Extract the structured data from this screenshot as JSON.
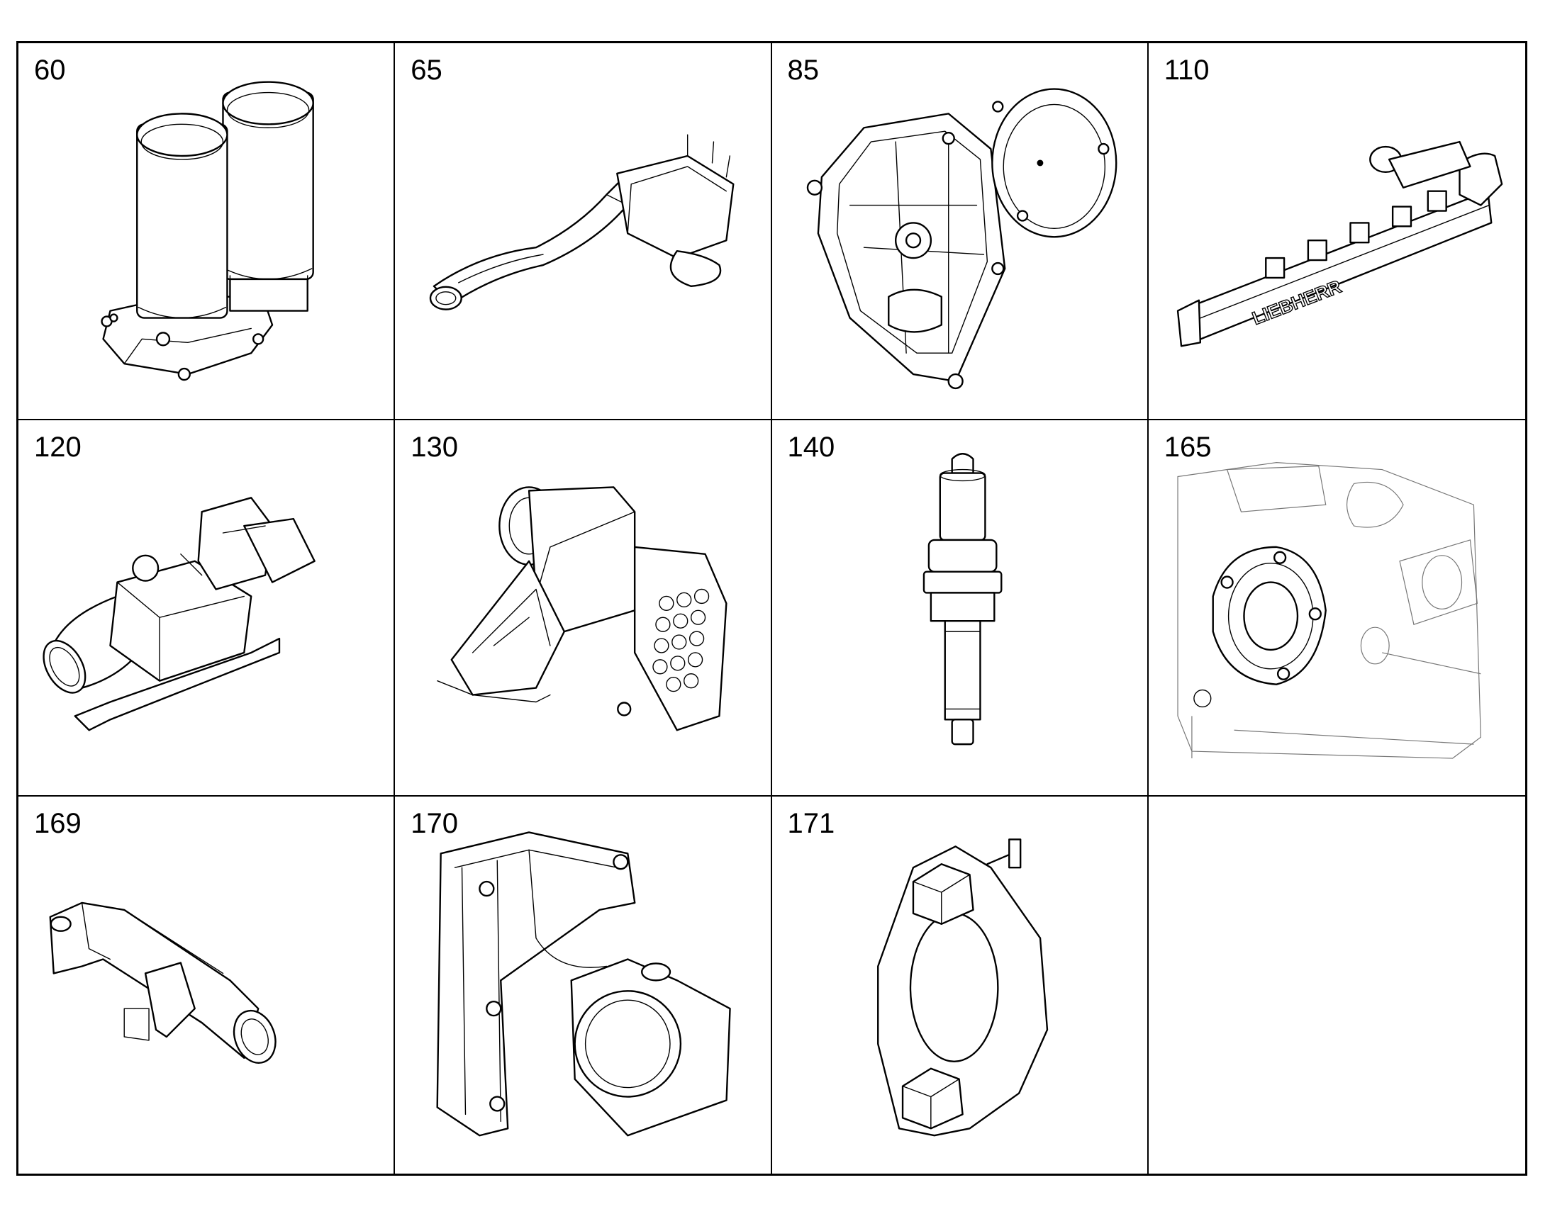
{
  "cells": [
    {
      "number": "60",
      "icon": "twin-filter-icon"
    },
    {
      "number": "65",
      "icon": "intake-pipe-icon"
    },
    {
      "number": "85",
      "icon": "cover-plate-icon"
    },
    {
      "number": "110",
      "icon": "exhaust-manifold-icon"
    },
    {
      "number": "120",
      "icon": "throttle-assembly-icon"
    },
    {
      "number": "130",
      "icon": "air-housing-icon"
    },
    {
      "number": "140",
      "icon": "spark-plug-icon"
    },
    {
      "number": "165",
      "icon": "flange-housing-icon"
    },
    {
      "number": "169",
      "icon": "pipe-bracket-icon"
    },
    {
      "number": "170",
      "icon": "bearing-bracket-icon"
    },
    {
      "number": "171",
      "icon": "flange-clamp-icon"
    },
    {
      "number": "",
      "icon": ""
    }
  ],
  "manifold_lettering": "LIEBHERR"
}
